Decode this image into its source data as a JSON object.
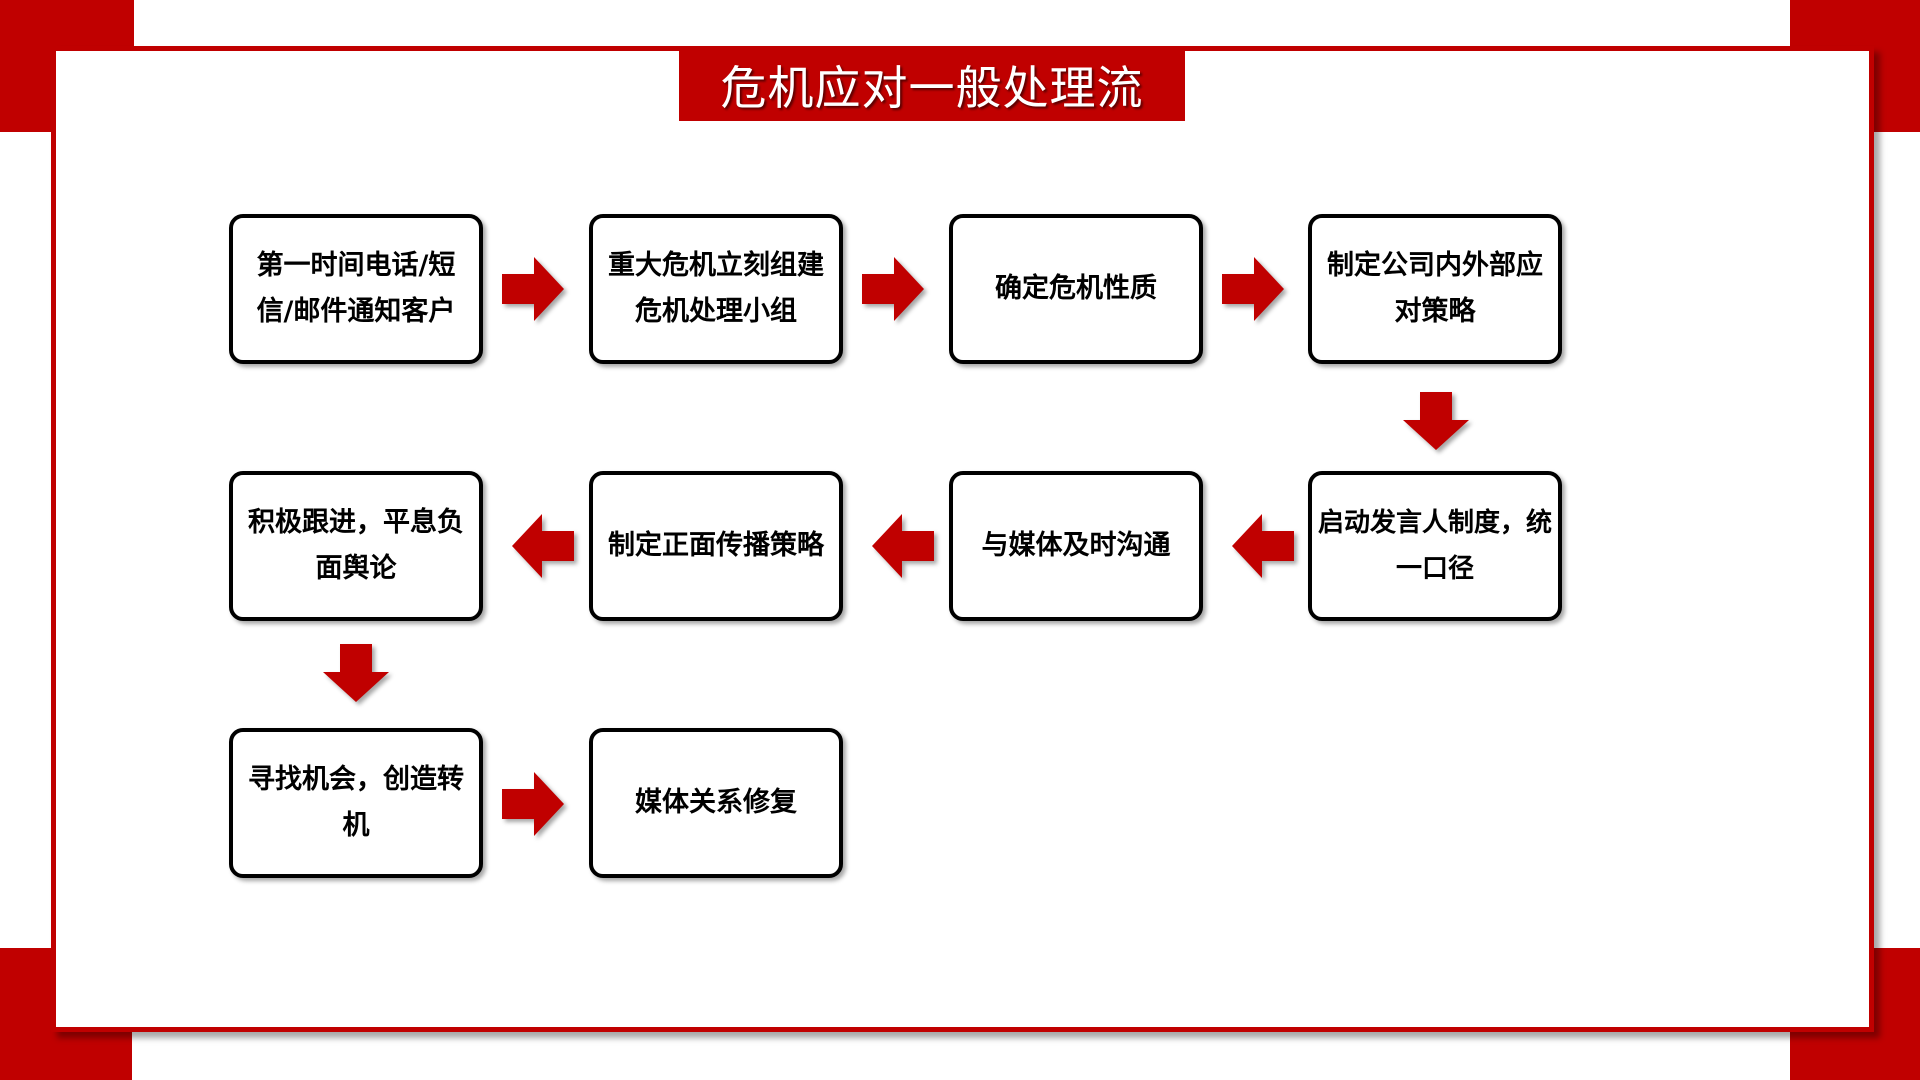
{
  "colors": {
    "accent": "#c00000",
    "box_border": "#000000",
    "background": "#ffffff"
  },
  "title": "危机应对一般处理流",
  "steps": [
    "第一时间电话/短信/邮件通知客户",
    "重大危机立刻组建危机处理小组",
    "确定危机性质",
    "制定公司内外部应对策略",
    "启动发言人制度，统一口径",
    "与媒体及时沟通",
    "制定正面传播策略",
    "积极跟进，平息负面舆论",
    "寻找机会，创造转机",
    "媒体关系修复"
  ],
  "arrows": [
    "right",
    "right",
    "right",
    "down",
    "left",
    "left",
    "left",
    "down",
    "right"
  ]
}
